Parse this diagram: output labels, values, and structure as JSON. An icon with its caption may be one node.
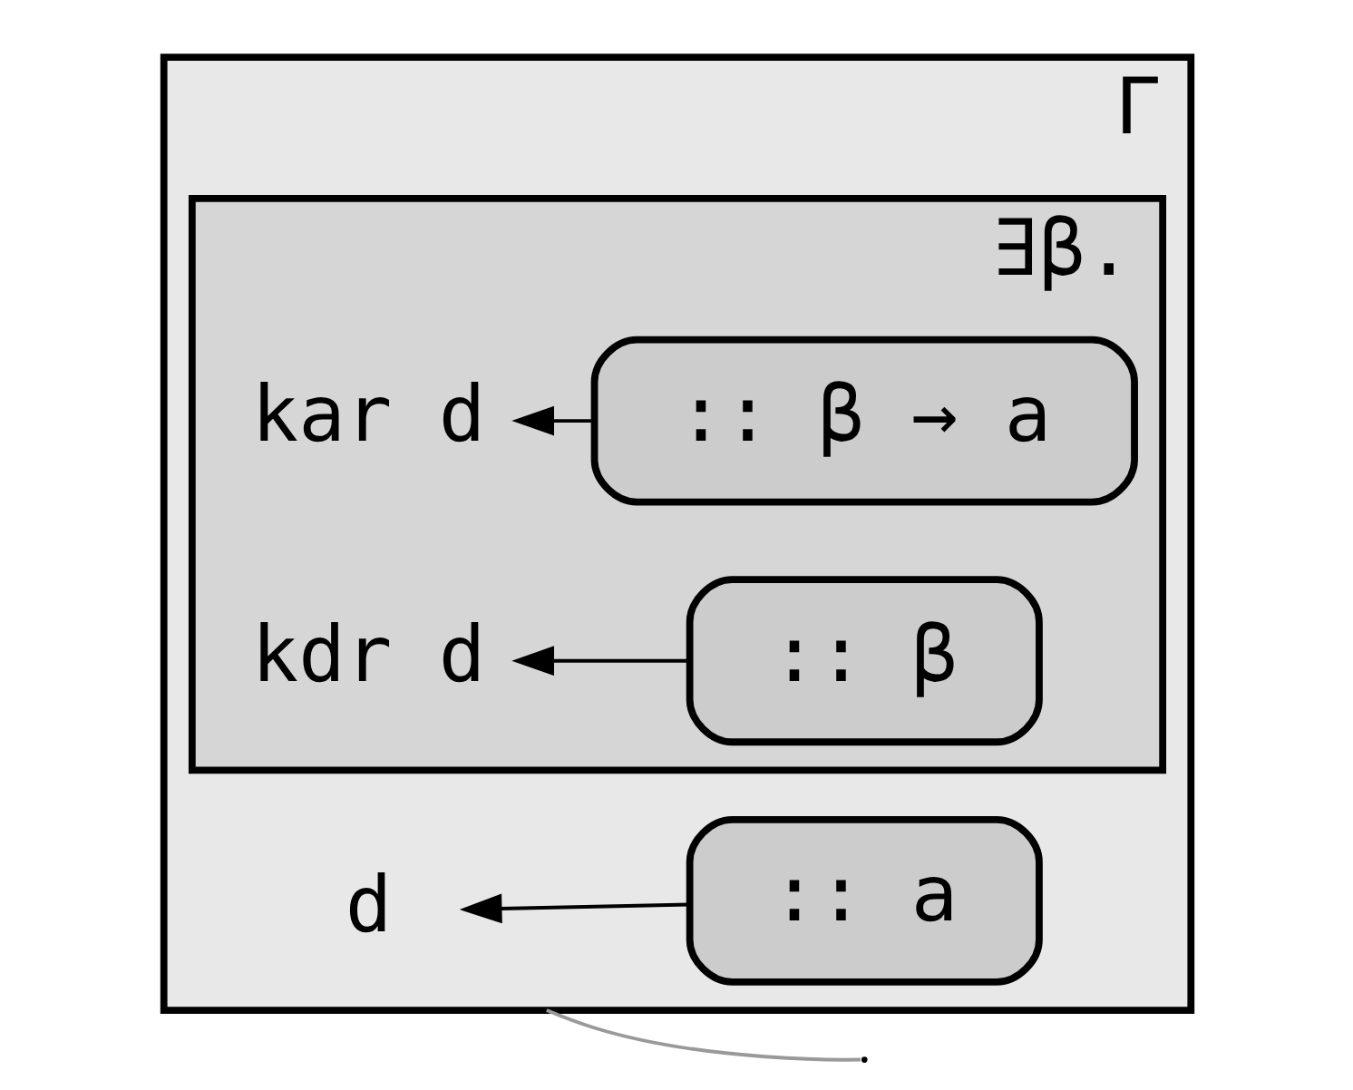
{
  "diagram": {
    "nodes": [
      {
        "text": [
          "Γ"
        ]
      },
      {
        "text": [
          "d"
        ],
        "in": 0
      },
      {
        "text": [
          ":: a"
        ],
        "in": 0
      },
      {
        "text": [
          "∃β."
        ],
        "in": 0
      },
      {
        "text": [
          "kar d"
        ],
        "in": 3
      },
      {
        "text": [
          ":: β → a"
        ],
        "in": 3
      },
      {
        "text": [
          "kdr d"
        ],
        "in": 3
      },
      {
        "text": [
          ":: β"
        ],
        "in": 3
      }
    ],
    "edges": [
      {
        "from": 2,
        "to": 1,
        "arrow": "to"
      },
      {
        "from": 5,
        "to": 4,
        "arrow": "to"
      },
      {
        "from": 7,
        "to": 6,
        "arrow": "to"
      },
      {
        "from": null,
        "to": 0,
        "arrow": "none",
        "color": "#999999"
      }
    ]
  }
}
